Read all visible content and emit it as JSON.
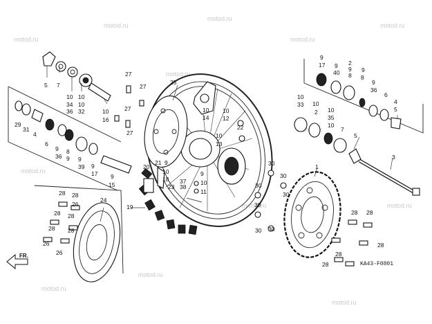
{
  "watermark": "motod.ru",
  "drawing_code": "KA43-F0801",
  "direction_label": "FR.",
  "callouts": {
    "c1": "1",
    "c2a": "2",
    "c2b": "2",
    "c3": "3",
    "c4a": "4",
    "c4b": "4",
    "c5a": "5",
    "c5b": "5",
    "c6": "6",
    "c7": "7",
    "c8a": "8",
    "c8b": "8",
    "c8c": "8",
    "c9a": "9",
    "c9b": "9",
    "c9c": "9",
    "c9d": "9",
    "c9e": "9",
    "c9f": "9",
    "c9g": "9",
    "c9h": "9",
    "c9i": "9",
    "c9j": "9",
    "c10a": "10",
    "c10b": "10",
    "c10c": "10",
    "c10d": "10",
    "c10e": "10",
    "c10f": "10",
    "c10g": "10",
    "c10h": "10",
    "c10i": "10",
    "c10j": "10",
    "c11": "11",
    "c12": "12",
    "c13": "13",
    "c14": "14",
    "c15": "15",
    "c16": "16",
    "c17a": "17",
    "c17b": "17",
    "c18": "18",
    "c19": "19",
    "c20": "20",
    "c21": "21",
    "c22": "22",
    "c23": "23",
    "c24": "24",
    "c25": "25",
    "c26a": "26",
    "c26b": "26",
    "c26c": "26",
    "c27a": "27",
    "c27b": "27",
    "c27c": "27",
    "c27d": "27",
    "c28a": "28",
    "c28b": "28",
    "c28c": "28",
    "c28d": "28",
    "c28e": "28",
    "c28f": "28",
    "c28g": "28",
    "c28h": "28",
    "c28i": "28",
    "c28j": "28",
    "c28k": "28",
    "c29": "29",
    "c30a": "30",
    "c30b": "30",
    "c30c": "30",
    "c30d": "30",
    "c30e": "30",
    "c30f": "30",
    "c30g": "30",
    "c31": "31",
    "c32": "32",
    "c33": "33",
    "c34": "34",
    "c35": "35",
    "c36a": "36",
    "c36b": "36",
    "c36c": "36",
    "c37": "37",
    "c38": "38",
    "c39": "39",
    "c40": "40"
  }
}
